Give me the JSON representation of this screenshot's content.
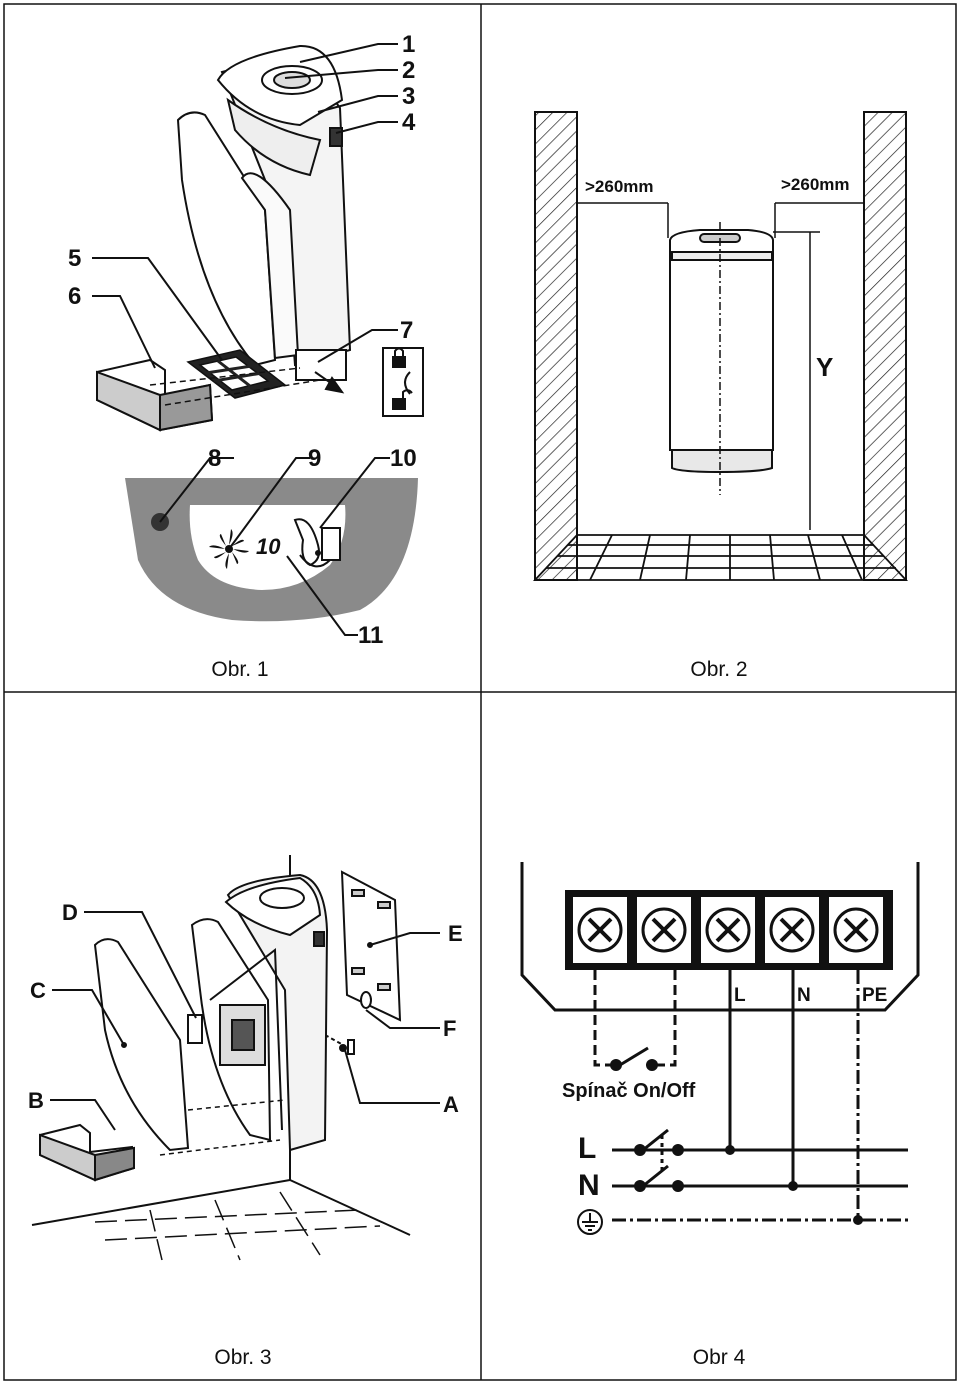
{
  "panels": {
    "fig1": {
      "caption": "Obr. 1",
      "callouts": [
        "1",
        "2",
        "3",
        "4",
        "5",
        "6",
        "7",
        "8",
        "9",
        "10",
        "11"
      ],
      "display_readout": "10"
    },
    "fig2": {
      "caption": "Obr. 2",
      "clearance_left": ">260mm",
      "clearance_right": ">260mm",
      "height_label": "Y"
    },
    "fig3": {
      "caption": "Obr. 3",
      "callouts": {
        "A": "A",
        "B": "B",
        "C": "C",
        "D": "D",
        "E": "E",
        "F": "F"
      }
    },
    "fig4": {
      "caption": "Obr 4",
      "terminal_labels": [
        "L",
        "N",
        "PE"
      ],
      "switch_label": "Spínač On/Off",
      "line_labels": [
        "L",
        "N"
      ]
    }
  },
  "colors": {
    "ink": "#111111",
    "tray_gray": "#8a8a8a",
    "hatch": "#222222"
  }
}
